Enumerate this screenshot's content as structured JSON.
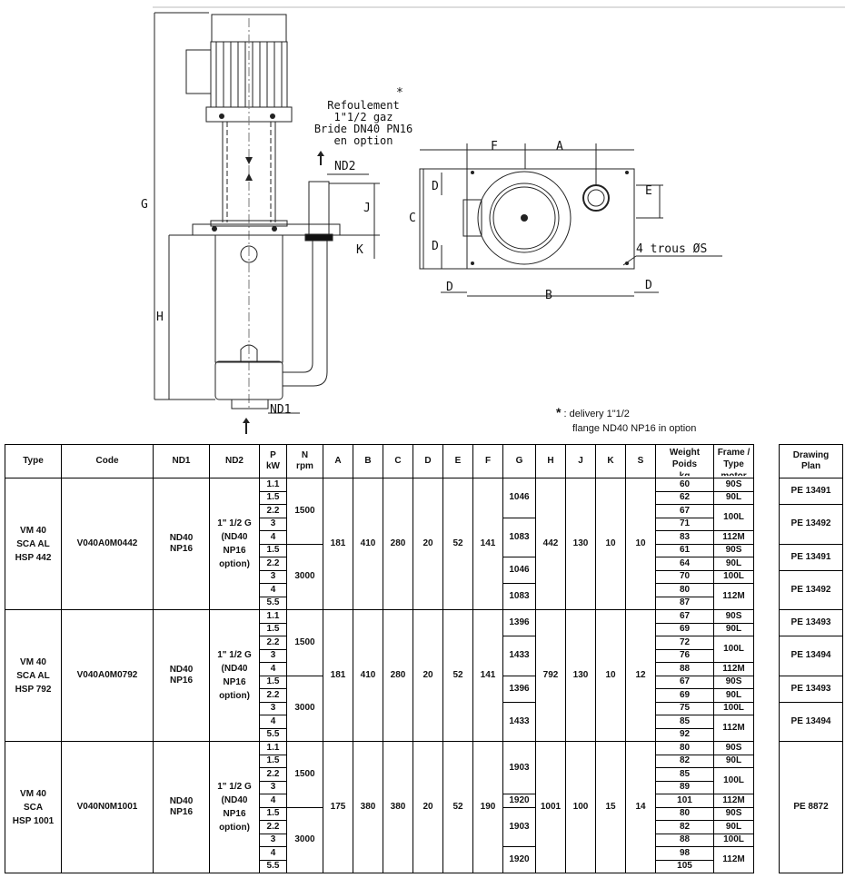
{
  "drawing": {
    "refoulement": [
      "Refoulement",
      "1\"1/2 gaz",
      "Bride DN40 PN16",
      "en option"
    ],
    "star": "*",
    "labels": {
      "G": "G",
      "H": "H",
      "J": "J",
      "K": "K",
      "ND1": "ND1",
      "ND2": "ND2",
      "A": "A",
      "B": "B",
      "C": "C",
      "D": "D",
      "E": "E",
      "F": "F",
      "holes": "4 trous ØS"
    }
  },
  "note": {
    "star": "*",
    "line1": ": delivery 1\"1/2",
    "line2": "flange ND40 NP16 in option"
  },
  "table": {
    "headers": {
      "type": "Type",
      "code": "Code",
      "nd1": "ND1",
      "nd2": "ND2",
      "p": [
        "P",
        "kW"
      ],
      "n": [
        "N",
        "rpm"
      ],
      "A": "A",
      "B": "B",
      "C": "C",
      "D": "D",
      "E": "E",
      "F": "F",
      "G": "G",
      "H": "H",
      "J": "J",
      "K": "K",
      "S": "S",
      "weight": [
        "Weight",
        "Poids",
        "kg"
      ],
      "frame": [
        "Frame /",
        "Type",
        "motor"
      ],
      "plan": [
        "Drawing",
        "Plan"
      ]
    },
    "groups": [
      {
        "type": [
          "VM 40",
          "SCA AL",
          "HSP 442"
        ],
        "code": "V040A0M0442",
        "nd1": [
          "ND40",
          "NP16"
        ],
        "nd2": [
          "1\" 1/2 G",
          "(ND40",
          "NP16",
          "option)"
        ],
        "A": "181",
        "B": "410",
        "C": "280",
        "D": "20",
        "E": "52",
        "F": "141",
        "H": "442",
        "J": "130",
        "K": "10",
        "S": "10",
        "p": [
          "1.1",
          "1.5",
          "2.2",
          "3",
          "4",
          "1.5",
          "2.2",
          "3",
          "4",
          "5.5"
        ],
        "n": [
          {
            "v": "1500",
            "span": 5
          },
          {
            "v": "3000",
            "span": 5
          }
        ],
        "g": [
          {
            "v": "1046",
            "span": 3
          },
          {
            "v": "1083",
            "span": 3
          },
          {
            "v": "1046",
            "span": 2
          },
          {
            "v": "1083",
            "span": 2
          }
        ],
        "w": [
          "60",
          "62",
          "67",
          "71",
          "83",
          "61",
          "64",
          "70",
          "80",
          "87"
        ],
        "f": [
          {
            "v": "90S",
            "span": 1
          },
          {
            "v": "90L",
            "span": 1
          },
          {
            "v": "100L",
            "span": 2
          },
          {
            "v": "112M",
            "span": 1
          },
          {
            "v": "90S",
            "span": 1
          },
          {
            "v": "90L",
            "span": 1
          },
          {
            "v": "100L",
            "span": 1
          },
          {
            "v": "112M",
            "span": 2
          }
        ],
        "plan": [
          {
            "v": "PE 13491",
            "span": 2
          },
          {
            "v": "PE 13492",
            "span": 3
          },
          {
            "v": "PE 13491",
            "span": 2
          },
          {
            "v": "PE 13492",
            "span": 3
          }
        ]
      },
      {
        "type": [
          "VM 40",
          "SCA AL",
          "HSP 792"
        ],
        "code": "V040A0M0792",
        "nd1": [
          "ND40",
          "NP16"
        ],
        "nd2": [
          "1\" 1/2 G",
          "(ND40",
          "NP16",
          "option)"
        ],
        "A": "181",
        "B": "410",
        "C": "280",
        "D": "20",
        "E": "52",
        "F": "141",
        "H": "792",
        "J": "130",
        "K": "10",
        "S": "12",
        "p": [
          "1.1",
          "1.5",
          "2.2",
          "3",
          "4",
          "1.5",
          "2.2",
          "3",
          "4",
          "5.5"
        ],
        "n": [
          {
            "v": "1500",
            "span": 5
          },
          {
            "v": "3000",
            "span": 5
          }
        ],
        "g": [
          {
            "v": "1396",
            "span": 2
          },
          {
            "v": "1433",
            "span": 3
          },
          {
            "v": "1396",
            "span": 2
          },
          {
            "v": "1433",
            "span": 3
          }
        ],
        "w": [
          "67",
          "69",
          "72",
          "76",
          "88",
          "67",
          "69",
          "75",
          "85",
          "92"
        ],
        "f": [
          {
            "v": "90S",
            "span": 1
          },
          {
            "v": "90L",
            "span": 1
          },
          {
            "v": "100L",
            "span": 2
          },
          {
            "v": "112M",
            "span": 1
          },
          {
            "v": "90S",
            "span": 1
          },
          {
            "v": "90L",
            "span": 1
          },
          {
            "v": "100L",
            "span": 1
          },
          {
            "v": "112M",
            "span": 2
          }
        ],
        "plan": [
          {
            "v": "PE 13493",
            "span": 2
          },
          {
            "v": "PE 13494",
            "span": 3
          },
          {
            "v": "PE 13493",
            "span": 2
          },
          {
            "v": "PE 13494",
            "span": 3
          }
        ]
      },
      {
        "type": [
          "VM 40",
          "SCA",
          "HSP 1001"
        ],
        "code": "V040N0M1001",
        "nd1": [
          "ND40",
          "NP16"
        ],
        "nd2": [
          "1\" 1/2 G",
          "(ND40",
          "NP16",
          "option)"
        ],
        "A": "175",
        "B": "380",
        "C": "380",
        "D": "20",
        "E": "52",
        "F": "190",
        "H": "1001",
        "J": "100",
        "K": "15",
        "S": "14",
        "p": [
          "1.1",
          "1.5",
          "2.2",
          "3",
          "4",
          "1.5",
          "2.2",
          "3",
          "4",
          "5.5"
        ],
        "n": [
          {
            "v": "1500",
            "span": 5
          },
          {
            "v": "3000",
            "span": 5
          }
        ],
        "g": [
          {
            "v": "1903",
            "span": 4
          },
          {
            "v": "1920",
            "span": 1
          },
          {
            "v": "1903",
            "span": 3
          },
          {
            "v": "1920",
            "span": 2
          }
        ],
        "w": [
          "80",
          "82",
          "85",
          "89",
          "101",
          "80",
          "82",
          "88",
          "98",
          "105"
        ],
        "f": [
          {
            "v": "90S",
            "span": 1
          },
          {
            "v": "90L",
            "span": 1
          },
          {
            "v": "100L",
            "span": 2
          },
          {
            "v": "112M",
            "span": 1
          },
          {
            "v": "90S",
            "span": 1
          },
          {
            "v": "90L",
            "span": 1
          },
          {
            "v": "100L",
            "span": 1
          },
          {
            "v": "112M",
            "span": 2
          }
        ],
        "plan": [
          {
            "v": "PE 8872",
            "span": 10
          }
        ]
      }
    ]
  }
}
